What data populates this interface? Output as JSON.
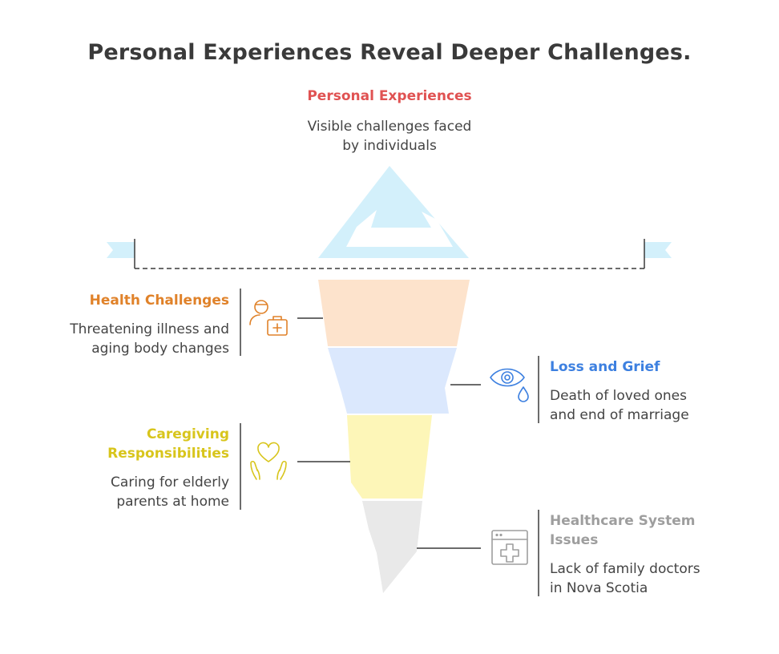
{
  "title": "Personal Experiences Reveal Deeper Challenges.",
  "tip": {
    "heading": "Personal Experiences",
    "description_lines": [
      "Visible challenges faced",
      "by individuals"
    ],
    "color": "#e05252"
  },
  "layers": [
    {
      "heading": "Health Challenges",
      "description_lines": [
        "Threatening illness and",
        "aging body changes"
      ],
      "color": "#e0822a",
      "fill": "#fde3cc",
      "icon": "doctor-with-medkit-icon"
    },
    {
      "heading": "Loss and Grief",
      "description_lines": [
        "Death of loved ones",
        "and end of marriage"
      ],
      "color": "#3d80e0",
      "fill": "#dbe8fd",
      "icon": "crying-eye-icon"
    },
    {
      "heading_lines": [
        "Caregiving",
        "Responsibilities"
      ],
      "description_lines": [
        "Caring for elderly",
        "parents at home"
      ],
      "color": "#d8c51c",
      "fill": "#fdf6b8",
      "icon": "heart-in-hands-icon"
    },
    {
      "heading_lines": [
        "Healthcare System",
        "Issues"
      ],
      "description_lines": [
        "Lack of family doctors",
        "in Nova Scotia"
      ],
      "color": "#9e9e9e",
      "fill": "#e9e9e9",
      "icon": "medical-window-icon"
    }
  ],
  "colors": {
    "iceberg_tip": "#d3f0fb",
    "water_flag": "#d3f0fb",
    "line": "#3a3a3a"
  }
}
